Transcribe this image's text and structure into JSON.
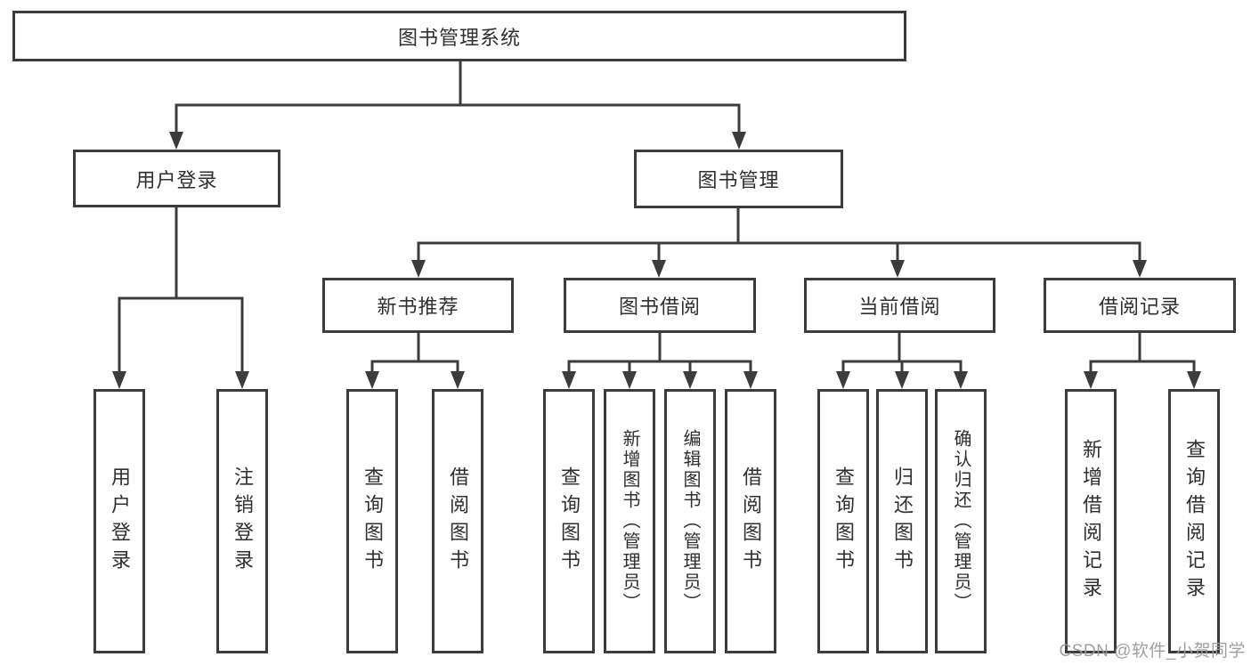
{
  "diagram": {
    "root": {
      "label": "图书管理系统"
    },
    "branches": [
      {
        "label": "用户登录",
        "children": [
          {
            "label": "用户登录"
          },
          {
            "label": "注销登录"
          }
        ]
      },
      {
        "label": "图书管理",
        "groups": [
          {
            "label": "新书推荐",
            "children": [
              {
                "label": "查询图书"
              },
              {
                "label": "借阅图书"
              }
            ]
          },
          {
            "label": "图书借阅",
            "children": [
              {
                "label": "查询图书"
              },
              {
                "label": "新增图书（管理员）"
              },
              {
                "label": "编辑图书（管理员）"
              },
              {
                "label": "借阅图书"
              }
            ]
          },
          {
            "label": "当前借阅",
            "children": [
              {
                "label": "查询图书"
              },
              {
                "label": "归还图书"
              },
              {
                "label": "确认归还（管理员）"
              }
            ]
          },
          {
            "label": "借阅记录",
            "children": [
              {
                "label": "新增借阅记录"
              },
              {
                "label": "查询借阅记录"
              }
            ]
          }
        ]
      }
    ]
  },
  "watermark": {
    "text": "CSDN @软件_小贺同学"
  },
  "colors": {
    "line": "#3c3c3c",
    "text": "#2f2f2f",
    "background": "#ffffff",
    "watermark": "#9b9b9b"
  }
}
